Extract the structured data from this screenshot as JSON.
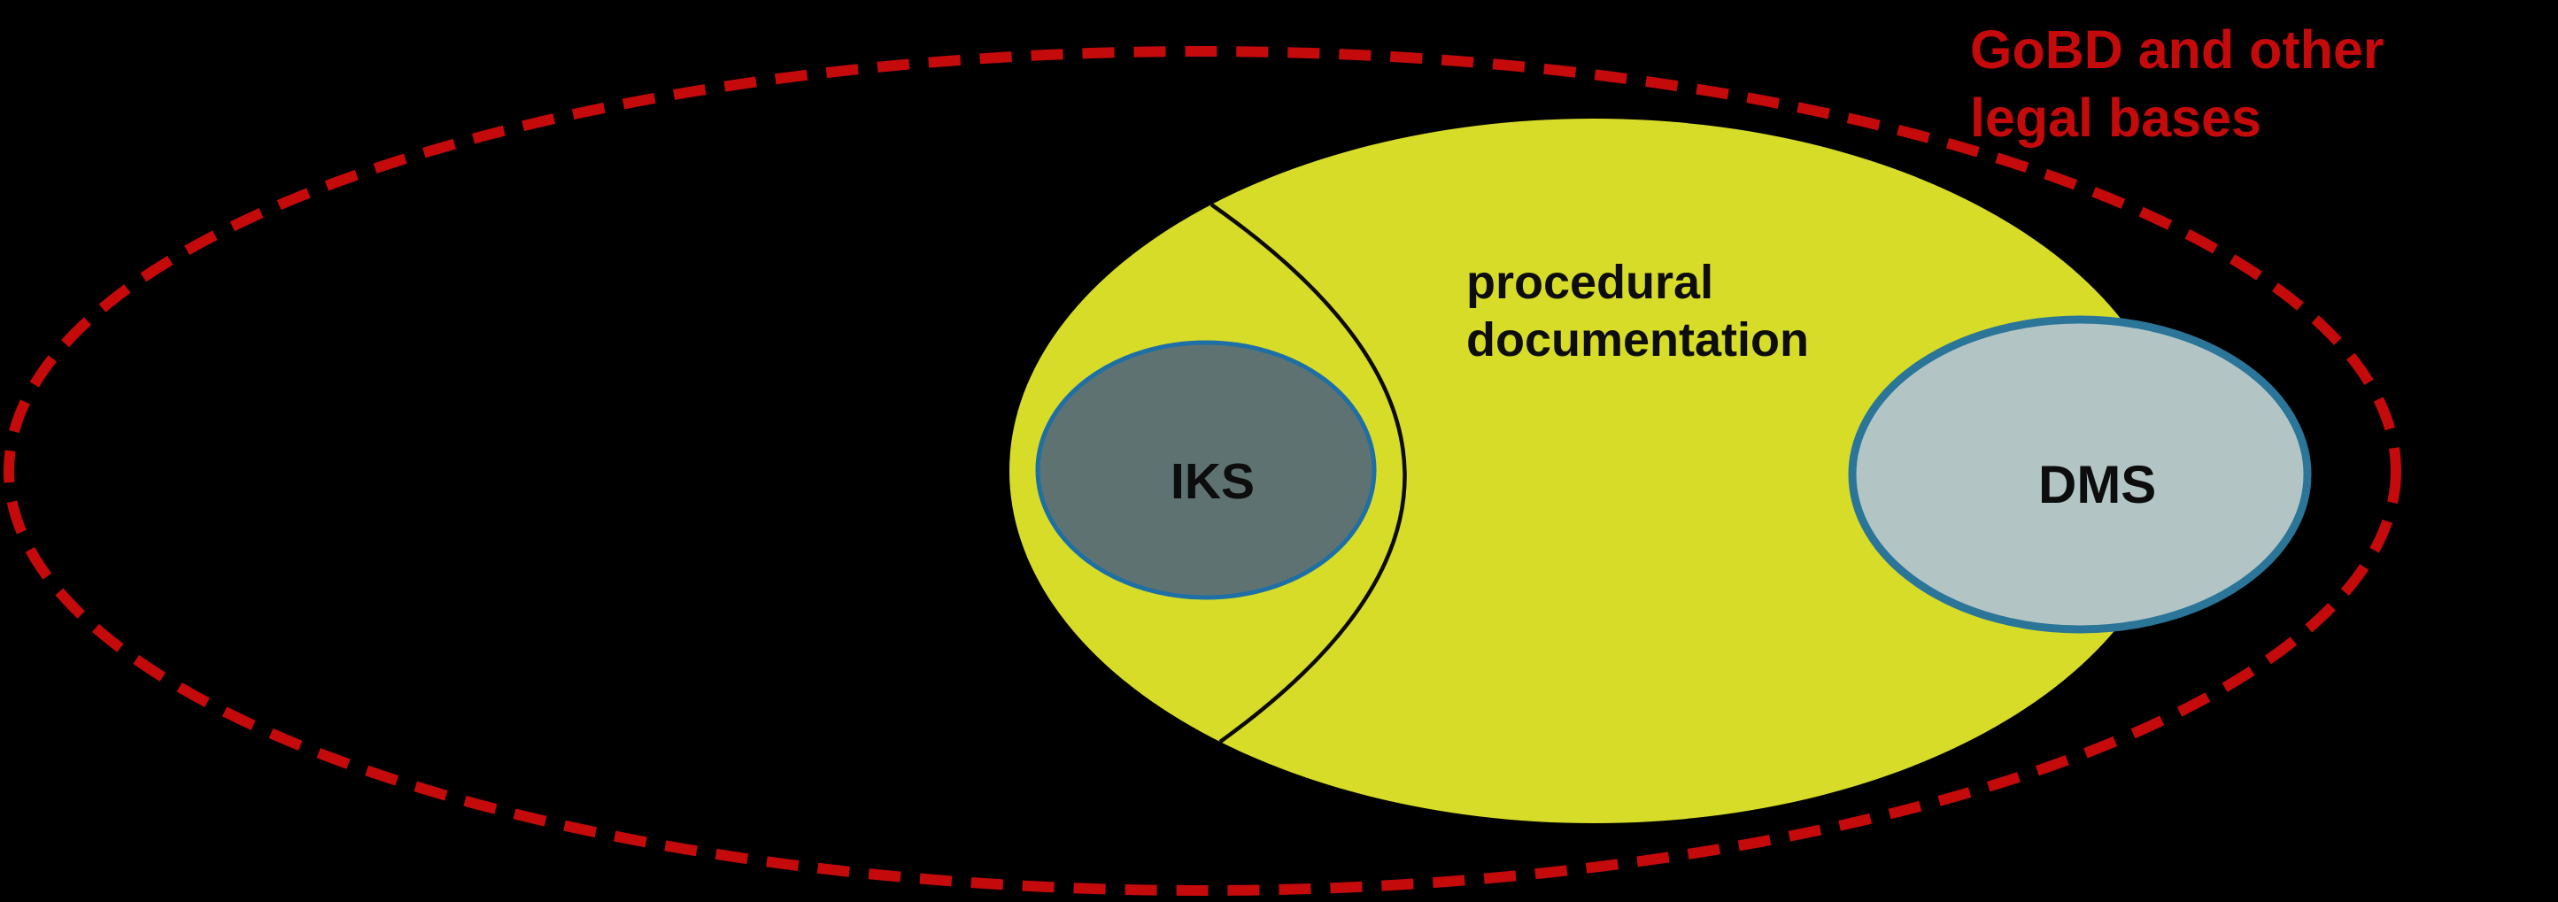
{
  "diagram": {
    "type": "euler-venn-diagram",
    "background": "#000000",
    "colors": {
      "red": "#c40a0a",
      "yellow": "#d7dc29",
      "iks_fill": "#5e7371",
      "iks_border": "#1e6fa5",
      "dms_fill": "#b2c5c4",
      "dms_border": "#2a7598",
      "divider": "#0b0b04",
      "black_text": "#0d0d0d"
    },
    "outer_ellipse": {
      "label_line1": "GoBD and other",
      "label_line2": "legal bases",
      "style": "dashed"
    },
    "procedural_ellipse": {
      "label_line1": "procedural",
      "label_line2": "documentation"
    },
    "iks_ellipse": {
      "label": "IKS"
    },
    "dms_ellipse": {
      "label": "DMS"
    }
  }
}
